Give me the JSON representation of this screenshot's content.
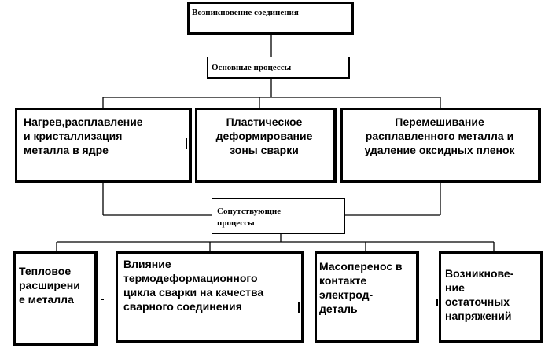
{
  "top_node": "Возникновение соединения",
  "main_group": "Основные процессы",
  "main_processes": [
    "Нагрев,расплавление\nи      кристаллизация\nметалла в ядре",
    "Пластическое\nдеформирование\nзоны сварки",
    "Перемешивание\nрасплавленного металла и\nудаление оксидных пленок"
  ],
  "secondary_group": "Сопутствующие\nпроцессы",
  "secondary_processes": [
    "Тепловое\nрасширени\nе металла",
    "Влияние\nтермодеформационного\nцикла сварки на качества\nсварного соединения",
    "Масоперенос в\nконтакте\nэлектрод-\nдеталь",
    "Возникнове-\nние\nостаточных\nнапряжений"
  ]
}
